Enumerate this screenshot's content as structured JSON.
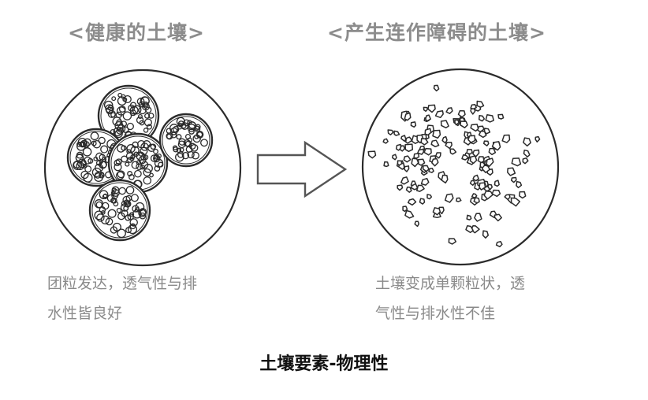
{
  "headings": {
    "healthy": "<健康的土壤>",
    "impaired": "<产生连作障碍的土壤>"
  },
  "captions": {
    "healthy_line1": "团粒发达，透气性与排",
    "healthy_line2": "水性皆良好",
    "impaired_line1": "土壤变成单颗粒状，透",
    "impaired_line2": "气性与排水性不佳"
  },
  "footer": {
    "title": "土壤要素-物理性"
  },
  "colors": {
    "ink": "#2b2b2b",
    "heading": "#8c8c8c",
    "caption": "#8a8a8a"
  }
}
